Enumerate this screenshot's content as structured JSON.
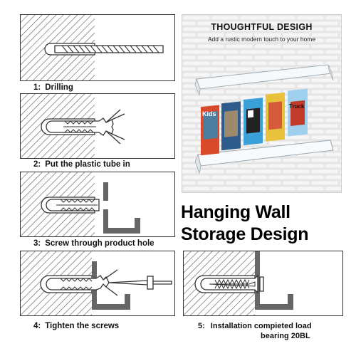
{
  "steps": [
    {
      "number": "1:",
      "label": "Drilling"
    },
    {
      "number": "2:",
      "label": "Put the plastic tube in"
    },
    {
      "number": "3:",
      "label": "Screw through product hole"
    },
    {
      "number": "4:",
      "label": "Tighten the screws"
    },
    {
      "number": "5:",
      "label_line1": "Installation compieted load",
      "label_line2": "bearing 20BL"
    }
  ],
  "photo": {
    "title": "THOUGHTFUL DESIGH",
    "subtitle": "Add a rustic modern touch to your home",
    "magazines": [
      "Kids",
      "",
      "",
      "",
      "Truck"
    ]
  },
  "headline": {
    "line1": "Hanging Wall",
    "line2": "Storage Design"
  },
  "icons": [
    "wall-hatch-icon",
    "drill-bit-icon",
    "wall-anchor-icon",
    "screw-icon",
    "shelf-bracket-icon"
  ],
  "colors": {
    "bracket": "#666666",
    "hatch": "#555555",
    "frame": "#333333",
    "wall": "#e9e9e9"
  }
}
